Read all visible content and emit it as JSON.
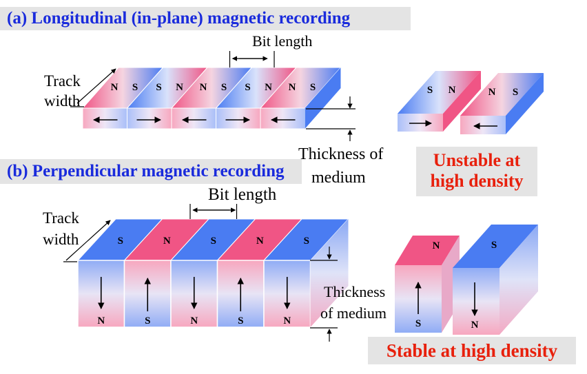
{
  "diagram": {
    "section_a": {
      "title": "(a) Longitudinal (in-plane) magnetic recording",
      "bit_length_label": "Bit length",
      "track_width_label_line1": "Track",
      "track_width_label_line2": "width",
      "thickness_label_line1": "Thickness of",
      "thickness_label_line2": "medium",
      "top_pole_letters": [
        "N",
        "S",
        "S",
        "N",
        "N",
        "S",
        "S",
        "N",
        "N",
        "S"
      ],
      "domain_arrows": [
        "left",
        "right",
        "left",
        "right",
        "left"
      ],
      "pair_pole_letters": [
        "S",
        "N",
        "N",
        "S"
      ],
      "pair_arrows": [
        "right",
        "left"
      ],
      "verdict_line1": "Unstable at",
      "verdict_line2": "high density"
    },
    "section_b": {
      "title": "(b) Perpendicular magnetic recording",
      "bit_length_label": "Bit length",
      "track_width_label_line1": "Track",
      "track_width_label_line2": "width",
      "thickness_label_line1": "Thickness",
      "thickness_label_line2": "of medium",
      "top_pole_letters": [
        "S",
        "N",
        "S",
        "N",
        "S"
      ],
      "bottom_pole_letters": [
        "N",
        "S",
        "N",
        "S",
        "N"
      ],
      "domain_arrows": [
        "down",
        "up",
        "down",
        "up",
        "down"
      ],
      "pair_top_letters": [
        "N",
        "S"
      ],
      "pair_bottom_letters": [
        "S",
        "N"
      ],
      "pair_arrows": [
        "up",
        "down"
      ],
      "verdict": "Stable at high density"
    },
    "colors": {
      "pink": "#f05585",
      "blue": "#4a7cf2",
      "title_blue": "#1a2bdc",
      "warning_red": "#e8200c",
      "panel_gray": "#e4e4e4"
    }
  }
}
